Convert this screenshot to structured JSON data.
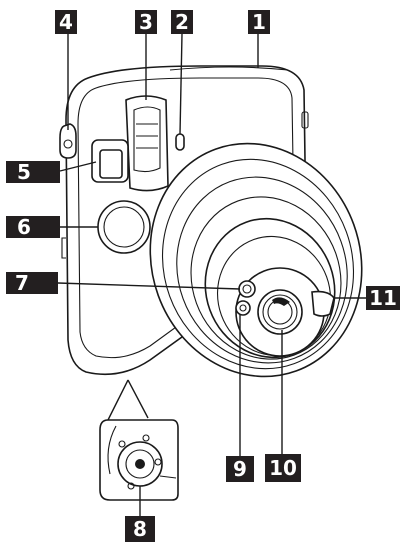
{
  "diagram": {
    "subject": "instant camera front view",
    "callouts": [
      {
        "id": "1",
        "label": "1"
      },
      {
        "id": "2",
        "label": "2"
      },
      {
        "id": "3",
        "label": "3"
      },
      {
        "id": "4",
        "label": "4"
      },
      {
        "id": "5",
        "label": "5"
      },
      {
        "id": "6",
        "label": "6"
      },
      {
        "id": "7",
        "label": "7"
      },
      {
        "id": "8",
        "label": "8"
      },
      {
        "id": "9",
        "label": "9"
      },
      {
        "id": "10",
        "label": "10"
      },
      {
        "id": "11",
        "label": "11"
      }
    ],
    "colors": {
      "callout_bg": "#231f20",
      "callout_fg": "#ffffff",
      "line": "#1a1a1a"
    }
  }
}
